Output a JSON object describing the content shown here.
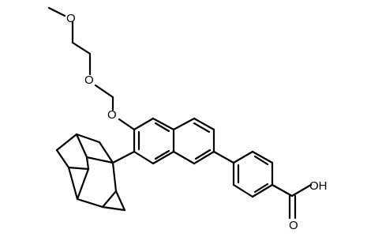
{
  "molecule": {
    "atoms": {
      "o_methoxy": "O",
      "o_ether_mid": "O",
      "o_aryl_ether": "O",
      "carboxyl_oh": "OH",
      "carboxyl_o": "O"
    },
    "colors": {
      "bond": "#000000",
      "text": "#000000",
      "background": "#ffffff"
    }
  }
}
